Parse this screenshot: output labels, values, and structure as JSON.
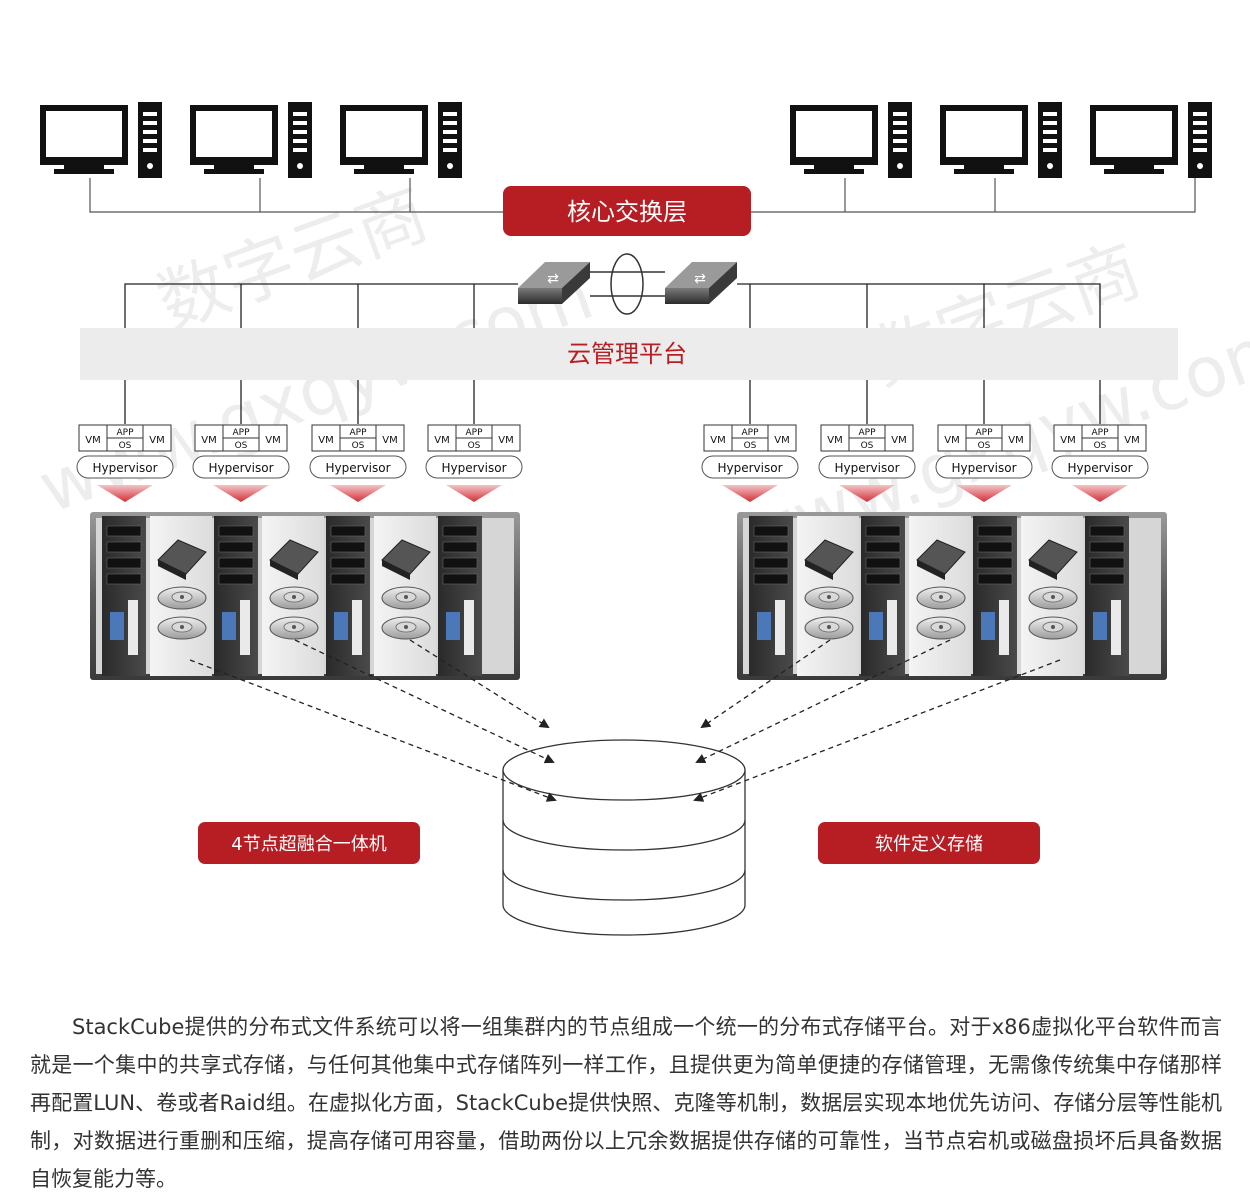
{
  "diagram": {
    "labels": {
      "core_switch_layer": "核心交换层",
      "cloud_platform": "云管理平台",
      "hyperconverged": "4节点超融合一体机",
      "software_storage": "软件定义存储"
    },
    "vm_label": "VM",
    "app_label": "APP",
    "os_label": "OS",
    "hypervisor_label": "Hypervisor",
    "watermark_text": "数字云商",
    "watermark_url": "www.gxqyw.com",
    "colors": {
      "accent_red": "#b61e24",
      "platform_band": "#ececec",
      "line": "#333333"
    }
  },
  "description": "StackCube提供的分布式文件系统可以将一组集群内的节点组成一个统一的分布式存储平台。对于x86虚拟化平台软件而言就是一个集中的共享式存储，与任何其他集中式存储阵列一样工作，且提供更为简单便捷的存储管理，无需像传统集中存储那样再配置LUN、卷或者Raid组。在虚拟化方面，StackCube提供快照、克隆等机制，数据层实现本地优先访问、存储分层等性能机制，对数据进行重删和压缩，提高存储可用容量，借助两份以上冗余数据提供存储的可靠性，当节点宕机或磁盘损坏后具备数据自恢复能力等。"
}
